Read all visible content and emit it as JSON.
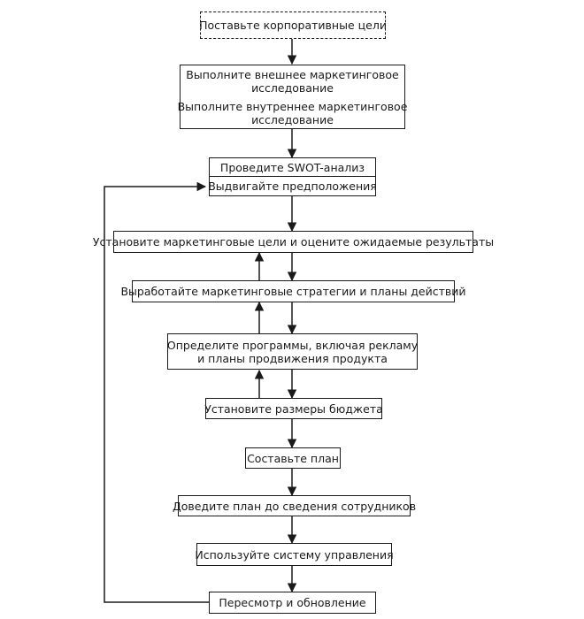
{
  "steps": {
    "corporate_goals": "Поставьте корпоративные цели",
    "external_research_1": "Выполните внешнее маркетинговое",
    "external_research_2": "исследование",
    "internal_research_1": "Выполните внутреннее маркетинговое",
    "internal_research_2": "исследование",
    "swot": "Проведите SWOT-анализ",
    "assumptions": "Выдвигайте предположения",
    "marketing_goals": "Установите маркетинговые цели и оцените ожидаемые результаты",
    "strategies": "Выработайте маркетинговые стратегии и планы действий",
    "programs_1": "Определите программы, включая рекламу",
    "programs_2": "и планы продвижения продукта",
    "budget": "Установите размеры бюджета",
    "make_plan": "Составьте план",
    "communicate_plan": "Доведите план до сведения сотрудников",
    "control_system": "Используйте систему управления",
    "review_update": "Пересмотр и обновление"
  },
  "colors": {
    "stroke": "#1a1a1a",
    "background": "#ffffff"
  }
}
